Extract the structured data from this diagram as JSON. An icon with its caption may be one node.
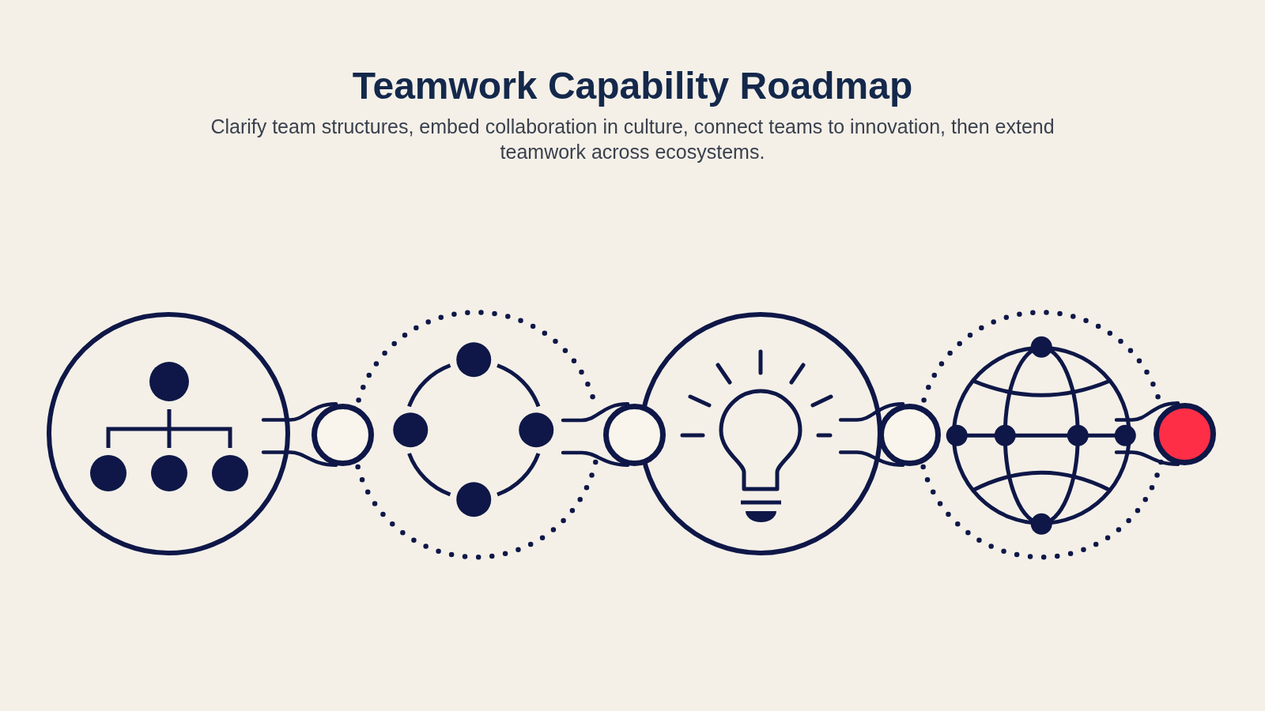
{
  "diagram": {
    "title": "Teamwork Capability Roadmap",
    "nodes": [
      {
        "text": [],
        "shape": "circle"
      },
      {
        "text": [],
        "shape": "circle"
      },
      {
        "text": [],
        "shape": "circle"
      },
      {
        "text": [],
        "shape": "circle"
      },
      {
        "text": [],
        "shape": "circle"
      },
      {
        "text": [],
        "shape": "circle"
      },
      {
        "text": [],
        "shape": "circle"
      },
      {
        "text": [],
        "shape": "circle"
      }
    ],
    "edges": [
      {
        "from": 0,
        "to": 1,
        "arrow": "none"
      },
      {
        "from": 2,
        "to": 3,
        "arrow": "none"
      },
      {
        "from": 4,
        "to": 5,
        "arrow": "none"
      },
      {
        "from": 6,
        "to": 7,
        "arrow": "none"
      }
    ],
    "labels": [
      "Clarify team structures, embed collaboration in culture, connect teams to innovation, then extend teamwork across ecosystems."
    ]
  }
}
